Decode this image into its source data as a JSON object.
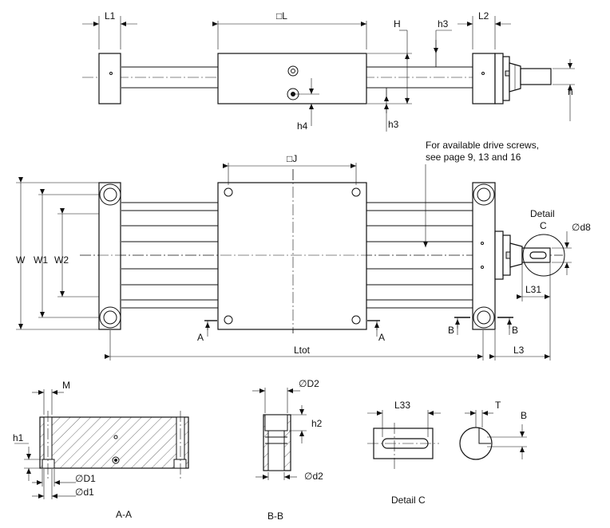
{
  "labels": {
    "L1": "L1",
    "L": "□L",
    "H": "H",
    "h3_top": "h3",
    "L2": "L2",
    "h": "h",
    "h4": "h4",
    "h3_bottom": "h3",
    "note_line1": "For available drive screws,",
    "note_line2": "see page 9, 13 and 16",
    "J": "□J",
    "W": "W",
    "W1": "W1",
    "W2": "W2",
    "detail_title": "Detail",
    "detail_letter": "C",
    "d8": "∅d8",
    "L31": "L31",
    "section_A_left": "A",
    "section_A_right": "A",
    "section_B_left": "B",
    "section_B_right": "B",
    "Ltot": "Ltot",
    "L3": "L3",
    "M": "M",
    "h1": "h1",
    "D1": "∅D1",
    "d1": "∅d1",
    "caption_AA": "A-A",
    "D2": "∅D2",
    "h2": "h2",
    "d2": "∅d2",
    "caption_BB": "B-B",
    "L33": "L33",
    "T": "T",
    "B_keyway": "B",
    "caption_detailC": "Detail C"
  }
}
